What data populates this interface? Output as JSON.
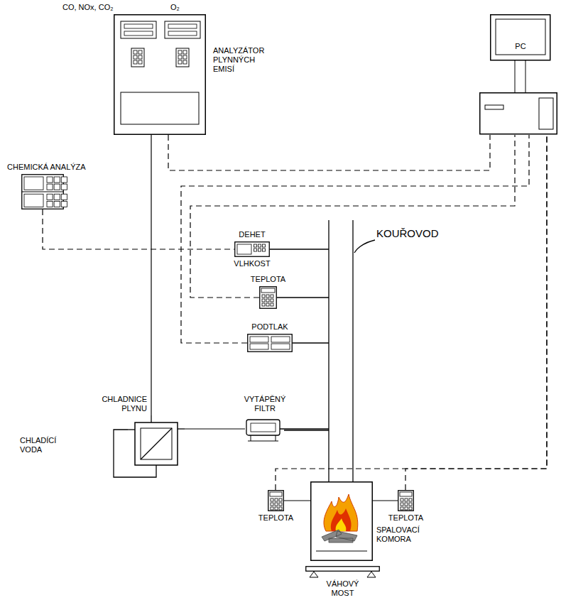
{
  "diagram": {
    "nodes": [
      {
        "text": [
          "ANALYZÁTOR PLYNNÝCH EMISÍ"
        ]
      },
      {
        "text": [
          "PC"
        ]
      },
      {
        "text": [
          "CHEMICKÁ ANALÝZA"
        ]
      },
      {
        "text": [
          "DEHET",
          "VLHKOST"
        ]
      },
      {
        "text": [
          "TEPLOTA"
        ]
      },
      {
        "text": [
          "PODTLAK"
        ]
      },
      {
        "text": [
          "CHLADNICE PLYNU"
        ]
      },
      {
        "text": [
          "VYTÁPĚNÝ FILTR"
        ]
      },
      {
        "text": [
          "SPALOVACÍ KOMORA"
        ]
      },
      {
        "text": [
          "TEPLOTA"
        ]
      },
      {
        "text": [
          "TEPLOTA"
        ]
      },
      {
        "text": [
          "VÁHOVÝ MOST"
        ]
      }
    ],
    "edges": [
      {
        "from": 0,
        "to": 1,
        "arrow": "none"
      },
      {
        "from": 2,
        "to": 3,
        "arrow": "none"
      },
      {
        "from": 4,
        "to": 1,
        "arrow": "none"
      },
      {
        "from": 5,
        "to": 1,
        "arrow": "none"
      },
      {
        "from": 9,
        "to": 1,
        "arrow": "none"
      },
      {
        "from": 10,
        "to": 1,
        "arrow": "none"
      },
      {
        "from": 0,
        "to": 6,
        "arrow": "none"
      },
      {
        "from": 6,
        "to": 7,
        "arrow": "none"
      },
      {
        "from": 9,
        "to": 8,
        "arrow": "none"
      },
      {
        "from": 10,
        "to": 8,
        "arrow": "none"
      }
    ],
    "labels": [
      "CO, NOx, CO₂",
      "O₂",
      "CHLADÍCÍ VODA",
      "KOUŘOVOD"
    ]
  }
}
